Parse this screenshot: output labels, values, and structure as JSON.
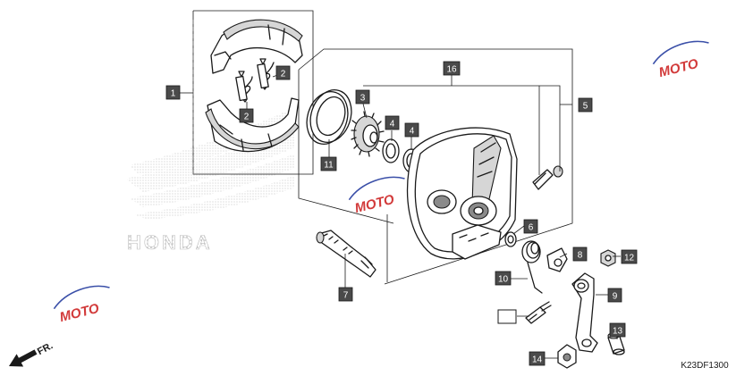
{
  "diagram": {
    "drawing_code": "K23DF1300",
    "brand_watermark": "HONDA",
    "direction_label": "FR.",
    "site_watermark": "MOTO",
    "colors": {
      "box_fill": "#4a4a4a",
      "box_text": "#ffffff",
      "line": "#1a1a1a",
      "watermark_red": "#d23a3a",
      "watermark_blue": "#3a4fa8"
    },
    "callouts": [
      {
        "id": "c1",
        "label": "1"
      },
      {
        "id": "c2a",
        "label": "2"
      },
      {
        "id": "c2b",
        "label": "2"
      },
      {
        "id": "c3",
        "label": "3"
      },
      {
        "id": "c4a",
        "label": "4"
      },
      {
        "id": "c4b",
        "label": "4"
      },
      {
        "id": "c5",
        "label": "5"
      },
      {
        "id": "c6",
        "label": "6"
      },
      {
        "id": "c7",
        "label": "7"
      },
      {
        "id": "c8",
        "label": "8"
      },
      {
        "id": "c9",
        "label": "9"
      },
      {
        "id": "c10",
        "label": "10"
      },
      {
        "id": "c11",
        "label": "11"
      },
      {
        "id": "c12",
        "label": "12"
      },
      {
        "id": "c13",
        "label": "13"
      },
      {
        "id": "c14",
        "label": "14"
      },
      {
        "id": "c16",
        "label": "16"
      },
      {
        "id": "cblank",
        "label": ""
      }
    ]
  }
}
